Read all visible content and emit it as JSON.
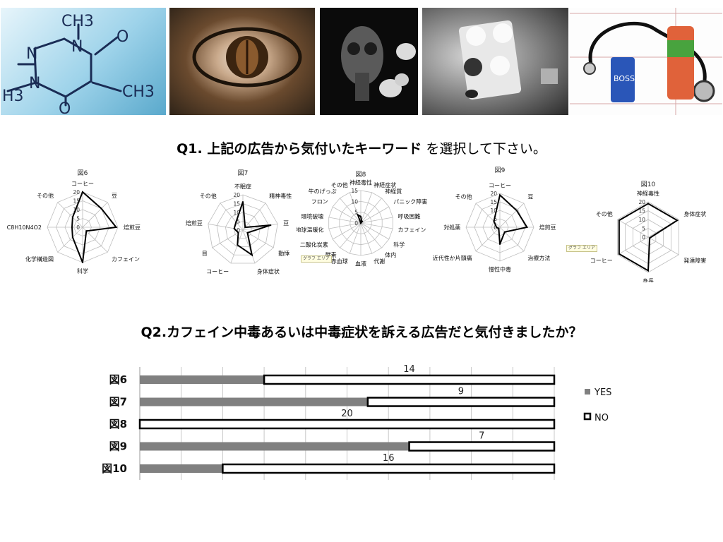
{
  "photos": [
    {
      "name": "chemical-structure-photo",
      "text_marks": [
        "CH3",
        "N",
        "O",
        "N",
        "N",
        "H3",
        "O",
        "CH3"
      ]
    },
    {
      "name": "eye-coffee-bean-photo"
    },
    {
      "name": "gas-mask-photo"
    },
    {
      "name": "pill-blister-photo"
    },
    {
      "name": "stethoscope-drink-photo",
      "can_text": "BOSS"
    }
  ],
  "q1": {
    "bold": "Q1. 上記の広告から気付いたキーワード",
    "plain": " を選択して下さい。"
  },
  "q2": {
    "title": "Q2.カフェイン中毒あるいは中毒症状を訴える広告だと気付きましたか？"
  },
  "plot_area_tag": "グラフ エリア",
  "chart_data": [
    {
      "type": "radar",
      "title": "図6",
      "ticks": [
        0,
        5,
        10,
        15,
        20
      ],
      "rmax": 20,
      "axes": [
        "コーヒー",
        "豆",
        "焙煎豆",
        "カフェイン",
        "科学",
        "化学構造図",
        "C8H10N4O2",
        "その他"
      ],
      "values": [
        20,
        15,
        19,
        3,
        20,
        8,
        6,
        8
      ]
    },
    {
      "type": "radar",
      "title": "図7",
      "ticks": [
        0,
        5,
        10,
        15,
        20
      ],
      "rmax": 20,
      "axes": [
        "不眠症",
        "精神毒性",
        "豆",
        "動悸",
        "身体症状",
        "コーヒー",
        "目",
        "焙煎豆",
        "その他"
      ],
      "values": [
        16,
        2,
        16,
        3,
        15,
        9,
        3,
        5,
        6
      ]
    },
    {
      "type": "radar",
      "title": "図8",
      "ticks": [
        0,
        5,
        10,
        15
      ],
      "rmax": 15,
      "axes": [
        "神経毒性",
        "神経症状",
        "神経質",
        "パニック障害",
        "呼吸困難",
        "カフェイン",
        "科学",
        "体内",
        "代謝",
        "血液",
        "赤血球",
        "酵素",
        "二酸化炭素",
        "地球温暖化",
        "環境破壊",
        "フロン",
        "牛のげっぷ",
        "その他"
      ],
      "values": [
        3,
        1,
        1,
        0,
        0,
        0,
        0,
        0,
        0,
        0,
        0,
        0,
        0,
        0,
        0,
        0,
        0,
        4
      ]
    },
    {
      "type": "radar",
      "title": "図9",
      "ticks": [
        0,
        5,
        10,
        15,
        20
      ],
      "rmax": 20,
      "axes": [
        "コーヒー",
        "豆",
        "焙煎豆",
        "治療方法",
        "慢性中毒",
        "近代性か片頭痛",
        "対処薬",
        "その他"
      ],
      "values": [
        19,
        14,
        16,
        4,
        10,
        1,
        2,
        5
      ]
    },
    {
      "type": "radar",
      "title": "図10",
      "ticks": [
        0,
        5,
        10,
        15,
        20
      ],
      "rmax": 20,
      "axes": [
        "神経毒性",
        "身体症状",
        "発達障害",
        "身長",
        "コーヒー",
        "その他"
      ],
      "values": [
        19,
        19,
        1,
        19,
        19,
        19
      ]
    },
    {
      "type": "bar",
      "orientation": "horizontal",
      "stacked": true,
      "grid": true,
      "categories": [
        "図6",
        "図7",
        "図8",
        "図9",
        "図10"
      ],
      "series": [
        {
          "name": "YES",
          "values": [
            6,
            11,
            0,
            13,
            4
          ],
          "color": "#808080"
        },
        {
          "name": "NO",
          "values": [
            14,
            9,
            20,
            7,
            16
          ],
          "color": "#ffffff"
        }
      ],
      "data_labels": [
        "14",
        "9",
        "20",
        "7",
        "16"
      ],
      "xlim": [
        0,
        20
      ],
      "legend": "right"
    }
  ]
}
